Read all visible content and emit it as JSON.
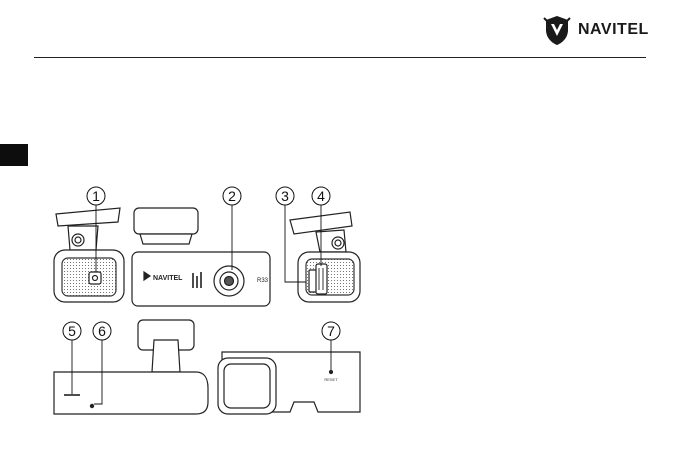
{
  "header": {
    "brand": "NAVITEL",
    "logo_icon": "navitel-shield-icon"
  },
  "figure": {
    "callouts": [
      "1",
      "2",
      "3",
      "4",
      "5",
      "6",
      "7"
    ],
    "device_brand": "NAVITEL",
    "model_label": "R33",
    "reset_label": "RESET"
  }
}
